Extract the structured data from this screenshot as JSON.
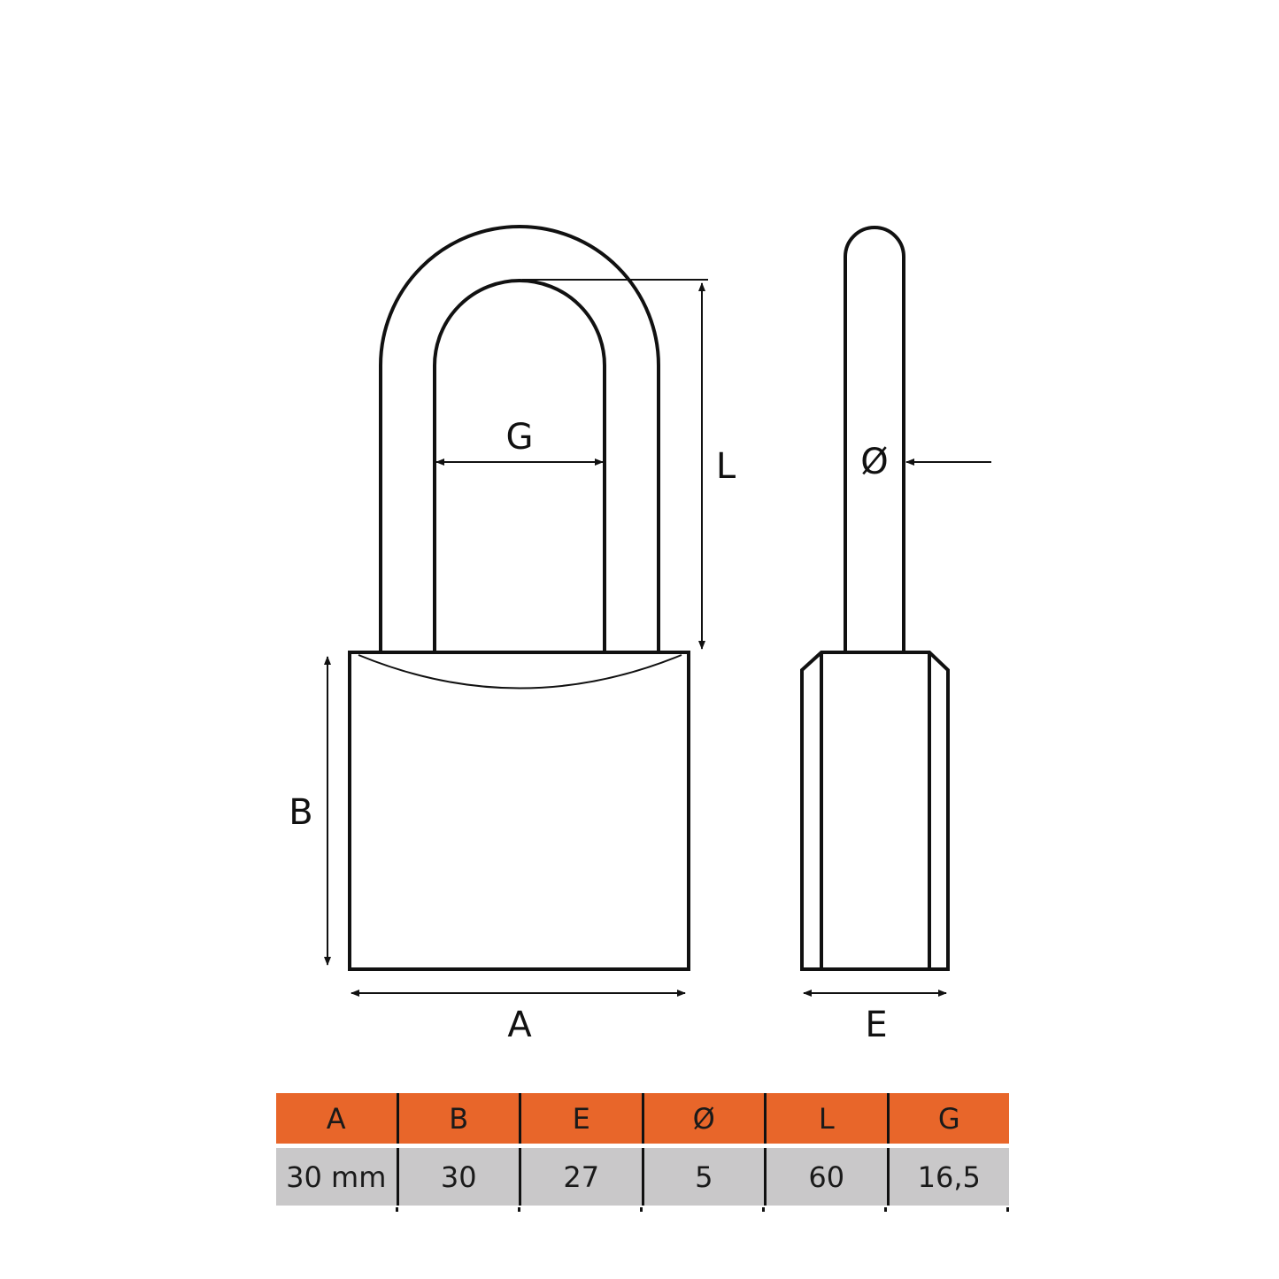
{
  "labels": {
    "A": "A",
    "B": "B",
    "E": "E",
    "G": "G",
    "L": "L",
    "diameter": "Ø"
  },
  "table": {
    "headers": [
      "A",
      "B",
      "E",
      "Ø",
      "L",
      "G"
    ],
    "values": [
      "30 mm",
      "30",
      "27",
      "5",
      "60",
      "16,5"
    ]
  },
  "colors": {
    "header": "#e8662a",
    "row": "#c9c8c9"
  }
}
